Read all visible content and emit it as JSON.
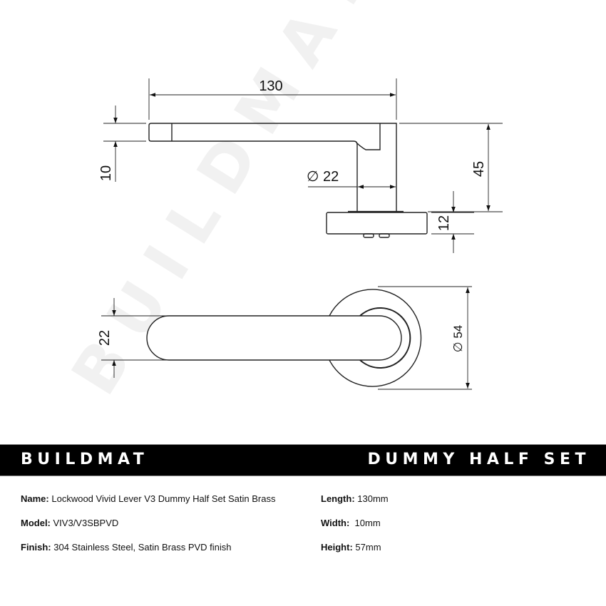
{
  "watermark": "BUILDMAT",
  "drawing": {
    "side_view": {
      "length_label": "130",
      "thickness_label": "10",
      "diameter_label": "∅ 22",
      "height_label": "45",
      "rose_label": "12"
    },
    "top_view": {
      "width_label": "22",
      "rose_diameter_label": "∅ 54"
    }
  },
  "banner": {
    "brand": "BUILDMAT",
    "product_type": "DUMMY HALF SET",
    "background": "#000000",
    "text_color": "#ffffff"
  },
  "specs": {
    "left": [
      {
        "label": "Name:",
        "value": "Lockwood Vivid Lever V3 Dummy Half Set Satin Brass"
      },
      {
        "label": "Model:",
        "value": "VIV3/V3SBPVD"
      },
      {
        "label": "Finish:",
        "value": "304 Stainless Steel, Satin Brass PVD finish"
      }
    ],
    "right": [
      {
        "label": "Length:",
        "value": "130mm"
      },
      {
        "label": "Width:",
        "value": " 10mm"
      },
      {
        "label": "Height:",
        "value": "57mm"
      }
    ]
  }
}
